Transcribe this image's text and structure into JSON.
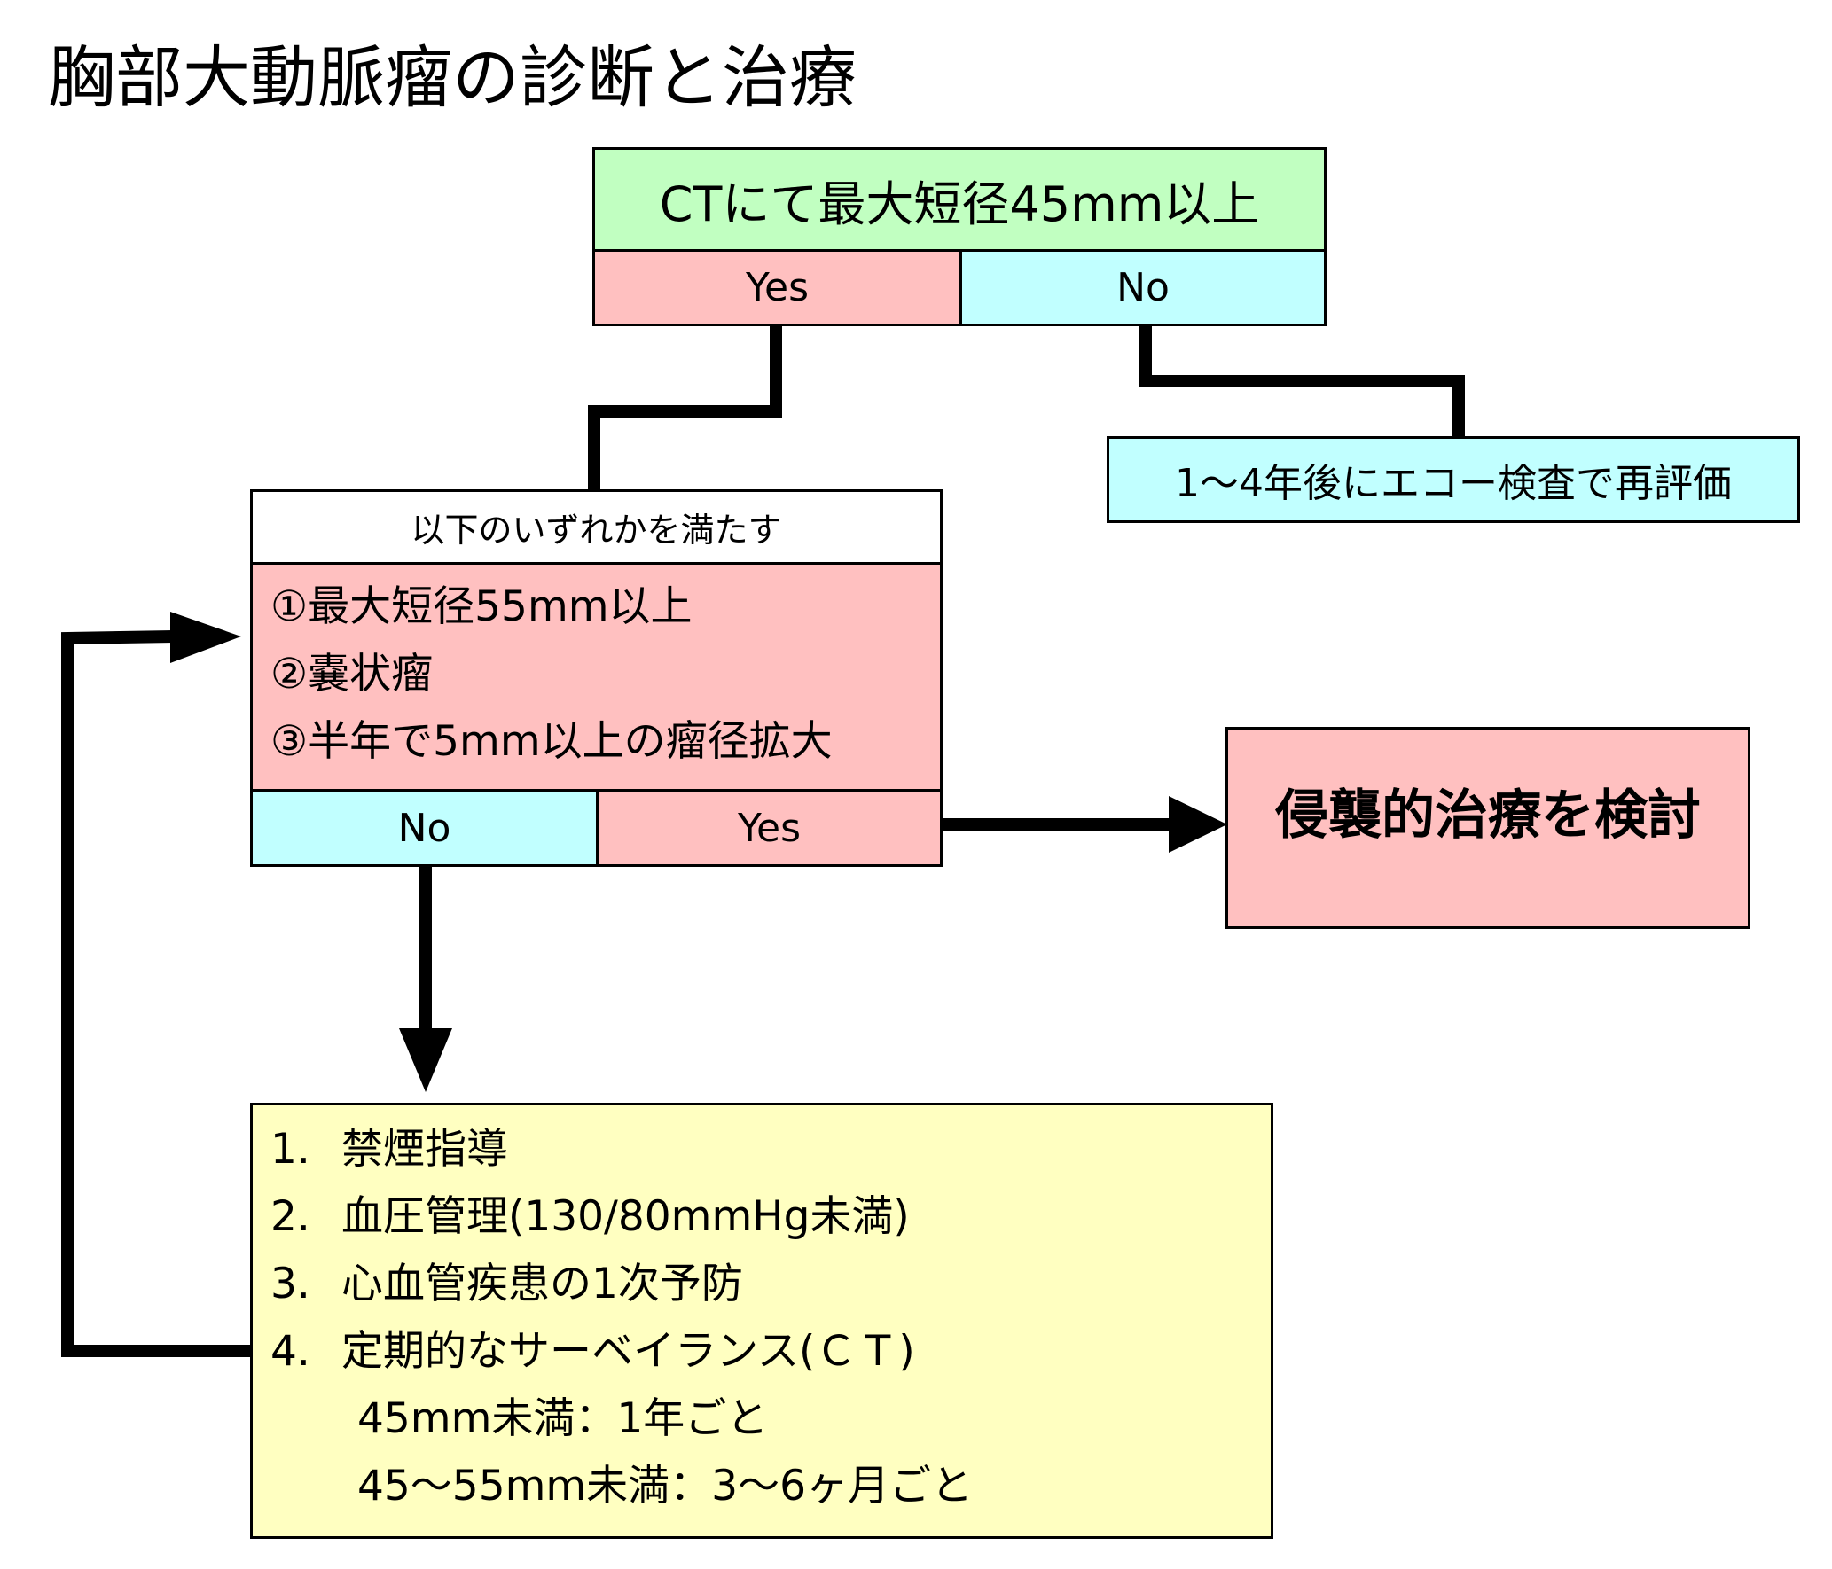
{
  "title": "胸部大動脈瘤の診断と治療",
  "decision": {
    "question": "CTにて最大短径45mm以上",
    "yes_label": "Yes",
    "no_label": "No"
  },
  "echo_followup": "1〜4年後にエコー検査で再評価",
  "criteria": {
    "header": "以下のいずれかを満たす",
    "items": [
      "①最大短径55mm以上",
      "②嚢状瘤",
      "③半年で5mm以上の瘤径拡大"
    ],
    "no_label": "No",
    "yes_label": "Yes"
  },
  "treatment": "侵襲的治療を検討",
  "measures": {
    "items": [
      {
        "num": "1.",
        "text": "禁煙指導"
      },
      {
        "num": "2.",
        "text": "血圧管理(130/80mmHg未満)"
      },
      {
        "num": "3.",
        "text": "心血管疾患の1次予防"
      },
      {
        "num": "4.",
        "text": "定期的なサーベイランス(ＣＴ)"
      }
    ],
    "sub_items": [
      "45mm未満：1年ごと",
      "45〜55mm未満：3〜6ヶ月ごと"
    ]
  },
  "colors": {
    "green": "#c1ffc1",
    "pink": "#ffc0c0",
    "cyan": "#c1ffff",
    "yellow": "#ffffc1",
    "line": "#000000"
  }
}
